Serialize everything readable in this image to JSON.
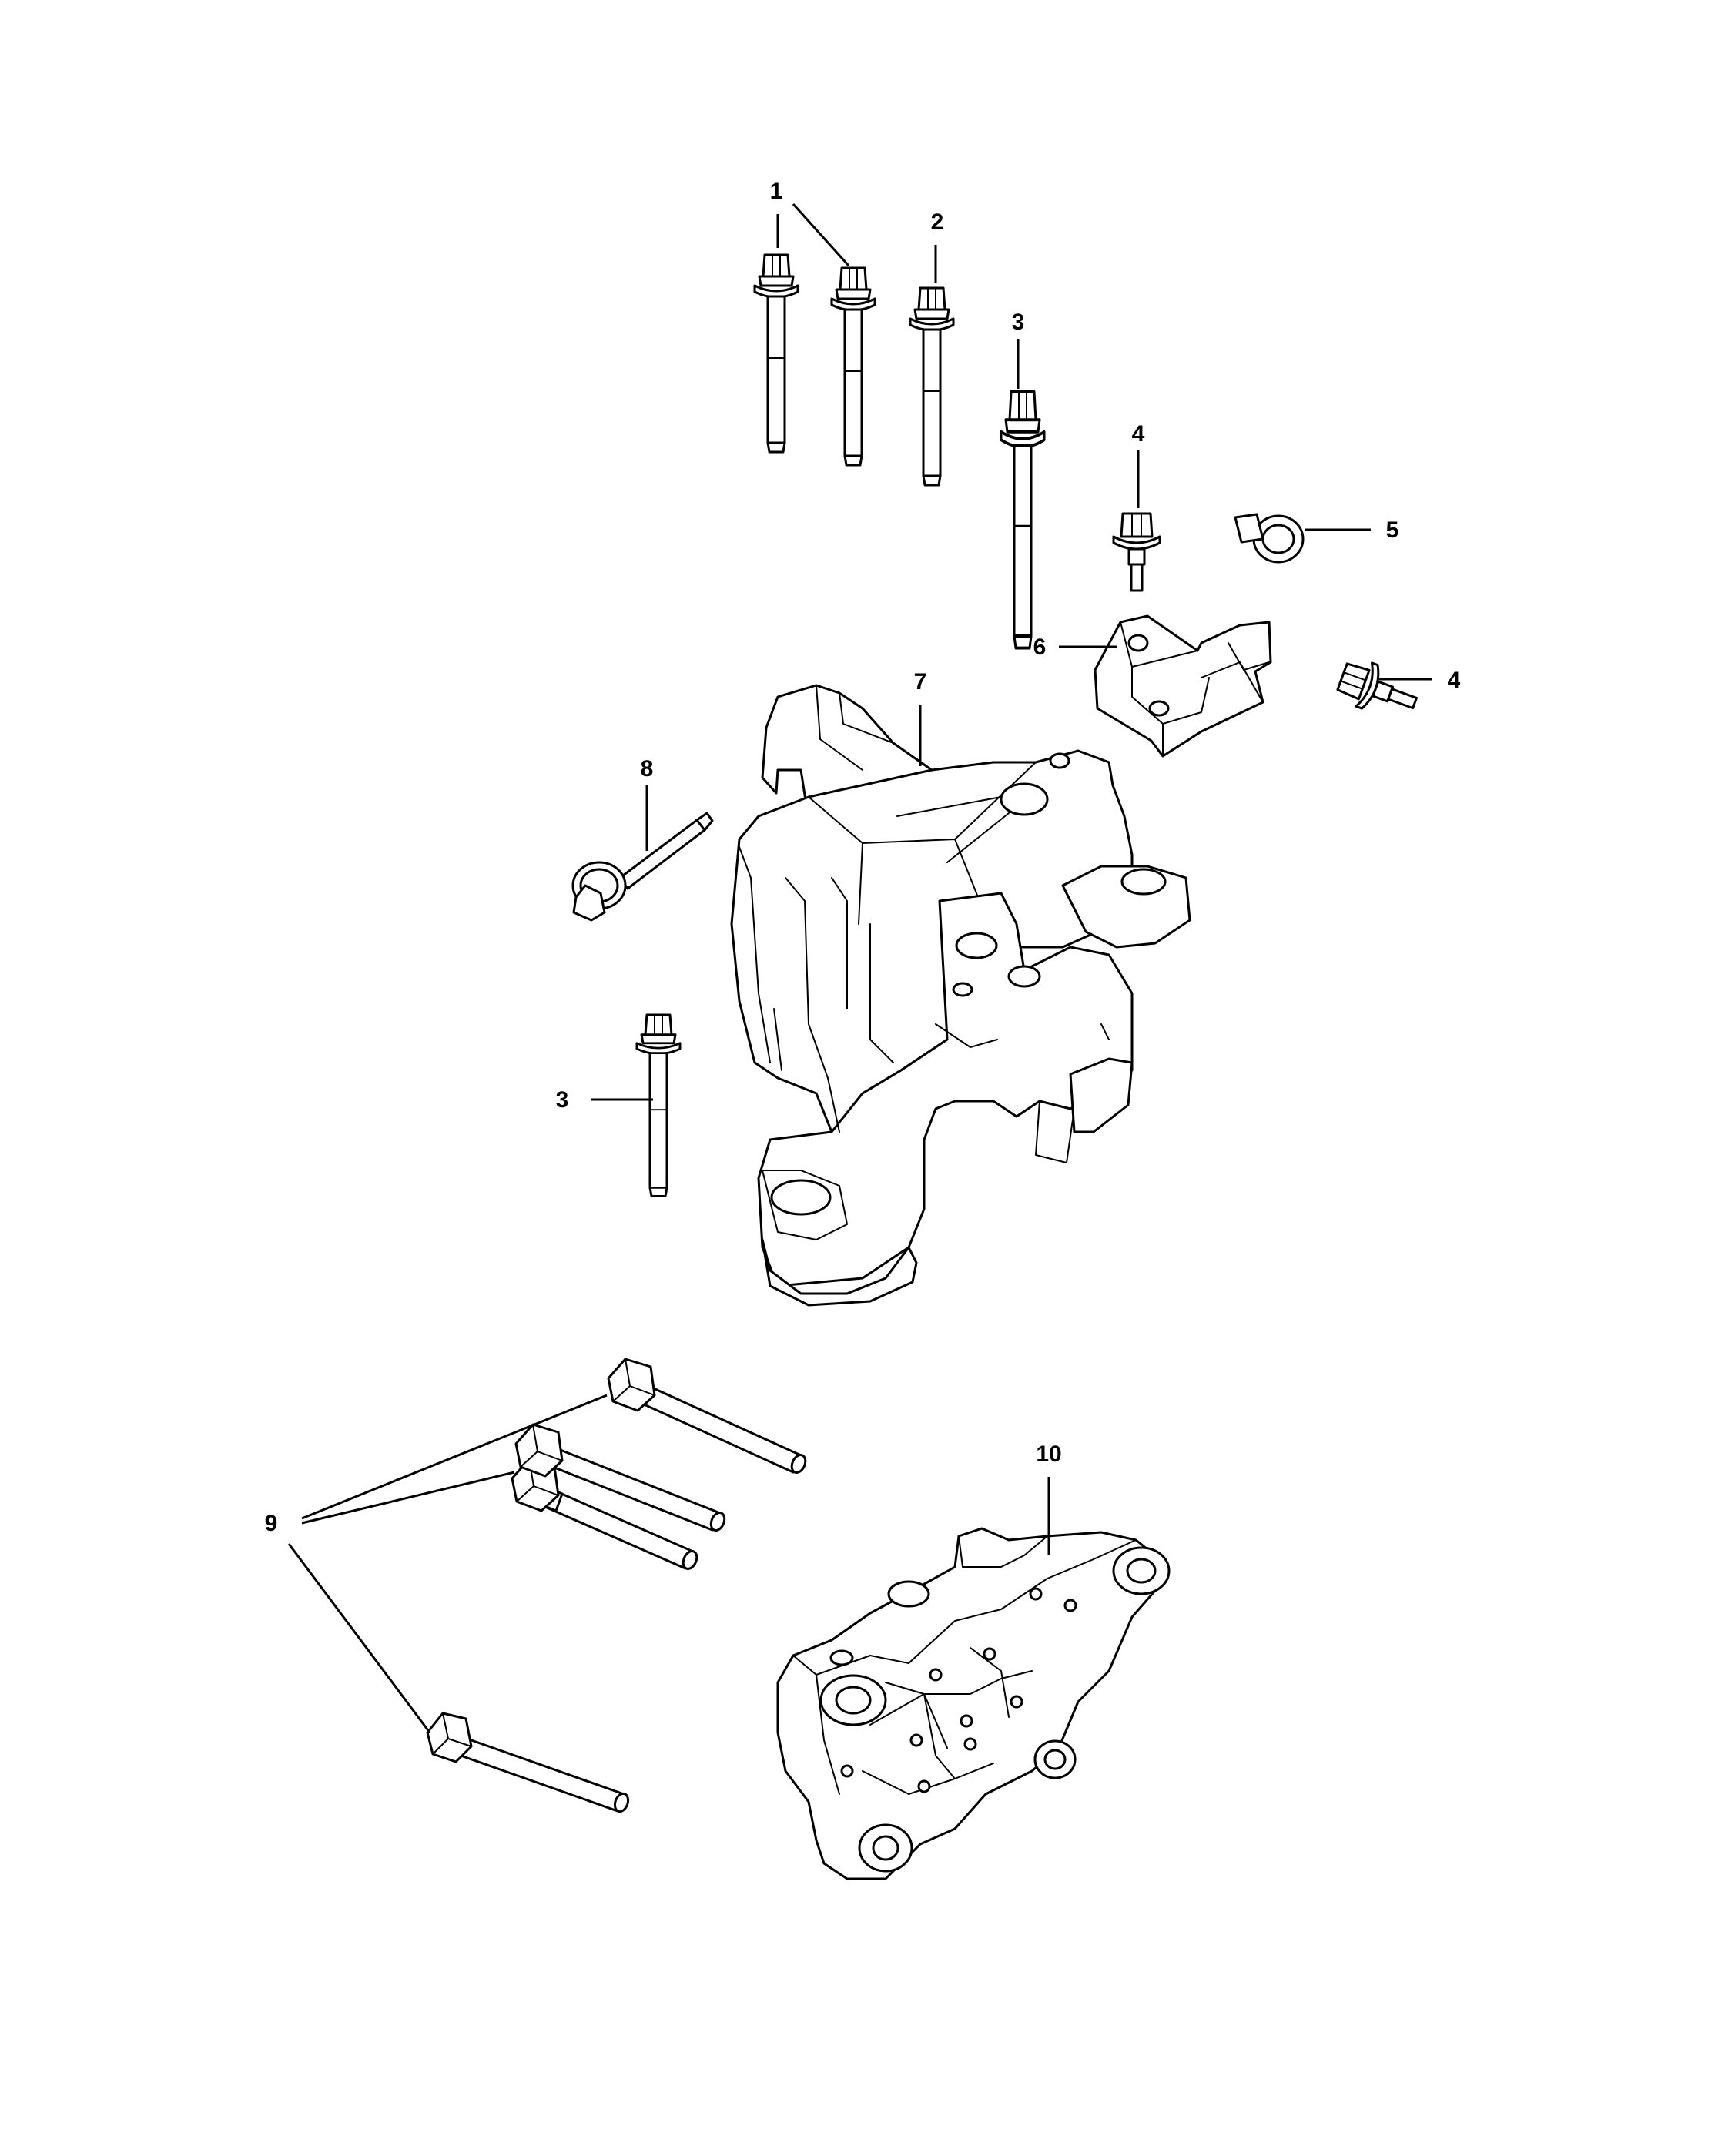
{
  "callouts": {
    "c1": "1",
    "c2": "2",
    "c3a": "3",
    "c3b": "3",
    "c4a": "4",
    "c4b": "4",
    "c5": "5",
    "c6": "6",
    "c7": "7",
    "c8": "8",
    "c9": "9",
    "c10": "10"
  },
  "colors": {
    "line": "#000000",
    "background": "#ffffff"
  }
}
